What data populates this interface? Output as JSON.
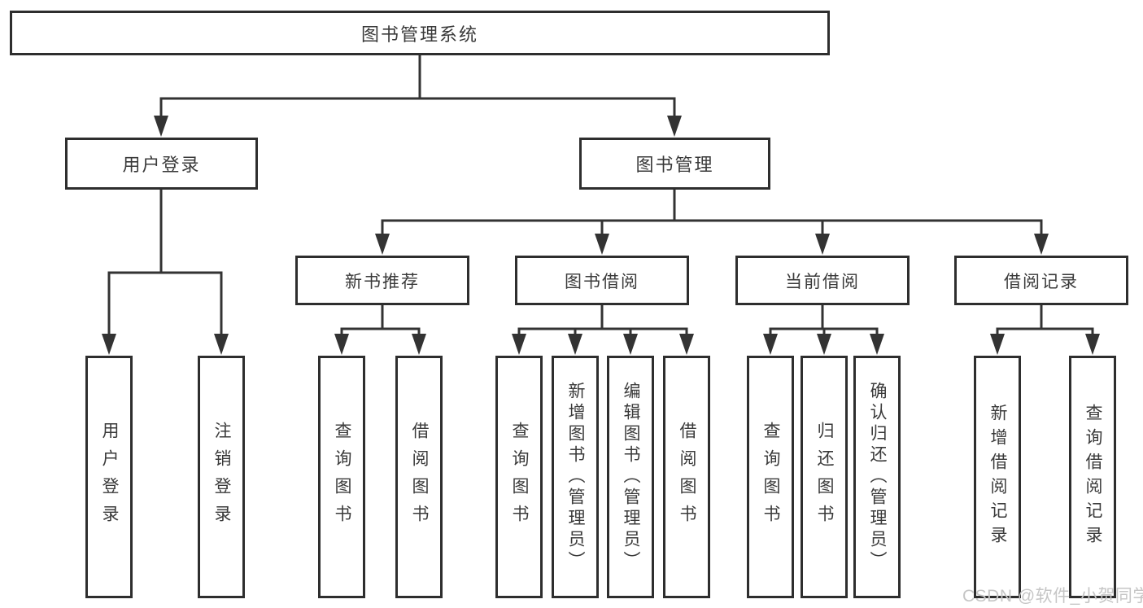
{
  "diagram": {
    "root": {
      "label": "图书管理系统"
    },
    "branches": [
      {
        "label": "用户登录",
        "children": [
          {
            "label": "用户登录"
          },
          {
            "label": "注销登录"
          }
        ]
      },
      {
        "label": "图书管理",
        "children": [
          {
            "label": "新书推荐",
            "children": [
              {
                "label": "查询图书"
              },
              {
                "label": "借阅图书"
              }
            ]
          },
          {
            "label": "图书借阅",
            "children": [
              {
                "label": "查询图书"
              },
              {
                "label": "新增图书（管理员）"
              },
              {
                "label": "编辑图书（管理员）"
              },
              {
                "label": "借阅图书"
              }
            ]
          },
          {
            "label": "当前借阅",
            "children": [
              {
                "label": "查询图书"
              },
              {
                "label": "归还图书"
              },
              {
                "label": "确认归还（管理员）"
              }
            ]
          },
          {
            "label": "借阅记录",
            "children": [
              {
                "label": "新增借阅记录"
              },
              {
                "label": "查询借阅记录"
              }
            ]
          }
        ]
      }
    ]
  },
  "watermark": {
    "text": "CSDN @软件_小贺同学"
  },
  "colors": {
    "line": "#333333",
    "box_border": "#2e2e2e",
    "text": "#3a3a3a",
    "watermark": "#c6c6c6",
    "background": "#ffffff"
  }
}
